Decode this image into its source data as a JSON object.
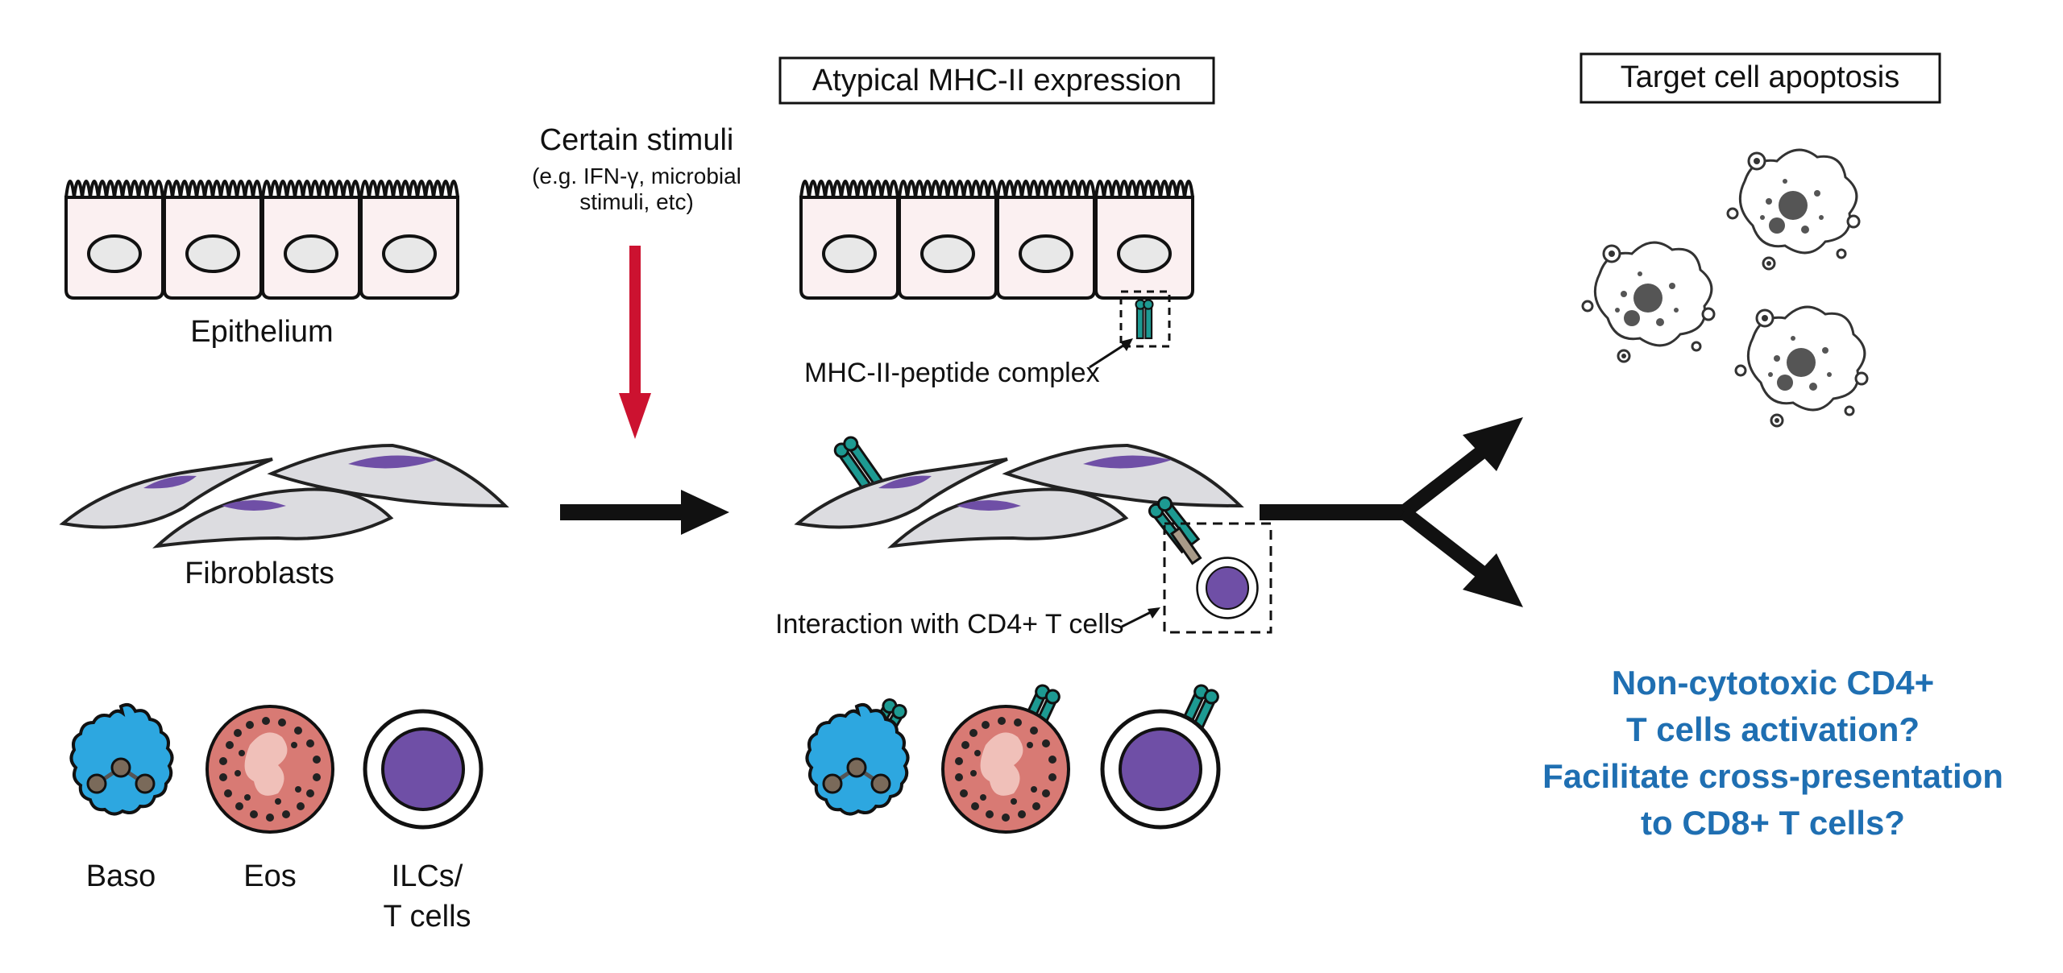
{
  "colors": {
    "epithelium_fill": "#fbf0f1",
    "fibroblast_fill": "#dcdce0",
    "nucleus_purple": "#6f4fa6",
    "baso_blue": "#2da7e0",
    "eos_pink": "#d87a74",
    "mhc_teal": "#1d9a92",
    "stimuli_arrow_red": "#cc1230",
    "outcome_blue": "#1f6fb2",
    "apoptotic_gray": "#555555"
  },
  "left_panel": {
    "epithelium_label": "Epithelium",
    "fibroblasts_label": "Fibroblasts",
    "baso_label": "Baso",
    "eos_label": "Eos",
    "ilc_label_line1": "ILCs/",
    "ilc_label_line2": "T cells"
  },
  "stimuli": {
    "title": "Certain stimuli",
    "detail_line1": "(e.g. IFN-γ, microbial",
    "detail_line2": "stimuli, etc)"
  },
  "middle_panel": {
    "header": "Atypical MHC-II expression",
    "mhc_complex_label": "MHC-II-peptide complex",
    "cd4_interaction_label": "Interaction with CD4+ T cells"
  },
  "right_panel": {
    "header": "Target cell apoptosis",
    "question_line1": "Non-cytotoxic CD4+",
    "question_line2": "T cells activation?",
    "question_line3": "Facilitate cross-presentation",
    "question_line4": "to CD8+ T cells?"
  },
  "icons": [
    "epithelial-cell-icon",
    "fibroblast-icon",
    "basophil-icon",
    "eosinophil-icon",
    "lymphocyte-icon",
    "mhc-ii-icon",
    "apoptotic-cell-icon",
    "arrow-icon"
  ]
}
